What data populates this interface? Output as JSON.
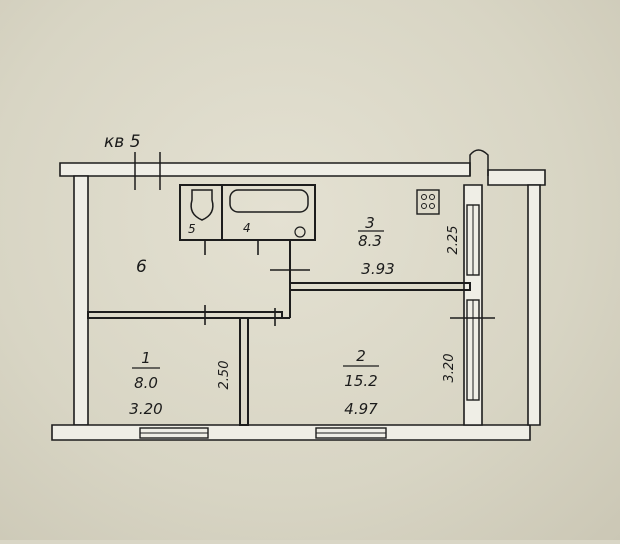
{
  "plan": {
    "apartment_label": "кв 5",
    "rooms": [
      {
        "id": "1",
        "number": "1",
        "area": "8.0",
        "width": "3.20",
        "depth": "2.50"
      },
      {
        "id": "2",
        "number": "2",
        "area": "15.2",
        "width": "4.97",
        "depth": "3.20"
      },
      {
        "id": "3",
        "number": "3",
        "area": "8.3",
        "width": "3.93",
        "depth": "2.25"
      },
      {
        "id": "4",
        "number": "4"
      },
      {
        "id": "5",
        "number": "5"
      },
      {
        "id": "6",
        "number": "6"
      }
    ]
  }
}
